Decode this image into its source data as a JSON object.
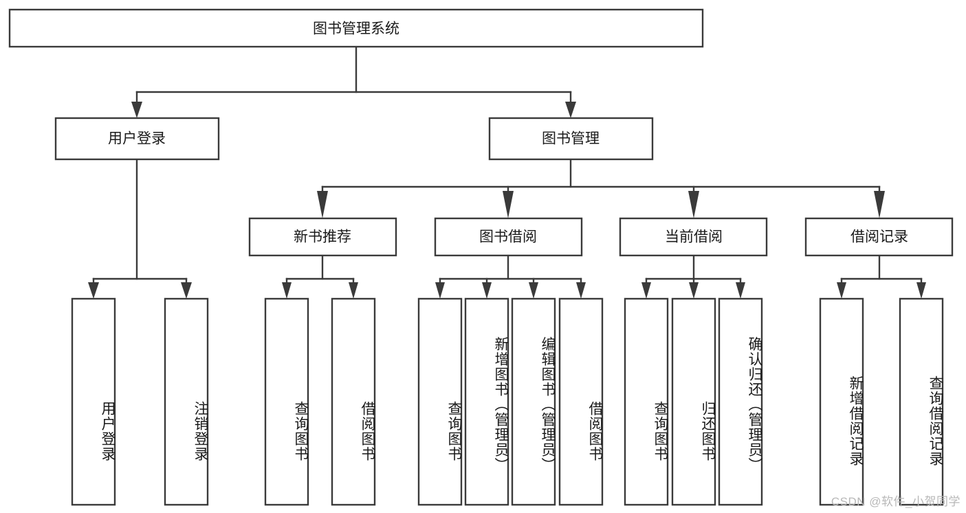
{
  "diagram": {
    "title": "图书管理系统",
    "type": "tree-hierarchy-diagram",
    "orientation": "top-down",
    "colors": {
      "box_stroke": "#3a3a3a",
      "box_fill": "#ffffff",
      "edge": "#3a3a3a",
      "text": "#1a1a1a",
      "background": "#ffffff",
      "watermark": "#b8b8b8"
    },
    "root": {
      "label": "图书管理系统"
    },
    "level2": [
      {
        "label": "用户登录"
      },
      {
        "label": "图书管理"
      }
    ],
    "level3": [
      {
        "label": "新书推荐"
      },
      {
        "label": "图书借阅"
      },
      {
        "label": "当前借阅"
      },
      {
        "label": "借阅记录"
      }
    ],
    "leaves": {
      "user_login": [
        {
          "label": "用户登录"
        },
        {
          "label": "注销登录"
        }
      ],
      "new_book_recommend": [
        {
          "label": "查询图书"
        },
        {
          "label": "借阅图书"
        }
      ],
      "book_borrow": [
        {
          "label": "查询图书"
        },
        {
          "label": "新增图书（管理员）"
        },
        {
          "label": "编辑图书（管理员）"
        },
        {
          "label": "借阅图书"
        }
      ],
      "current_borrow": [
        {
          "label": "查询图书"
        },
        {
          "label": "归还图书"
        },
        {
          "label": "确认归还（管理员）"
        }
      ],
      "borrow_record": [
        {
          "label": "新增借阅记录"
        },
        {
          "label": "查询借阅记录"
        }
      ]
    },
    "watermark": "CSDN @软件_小贺同学"
  }
}
